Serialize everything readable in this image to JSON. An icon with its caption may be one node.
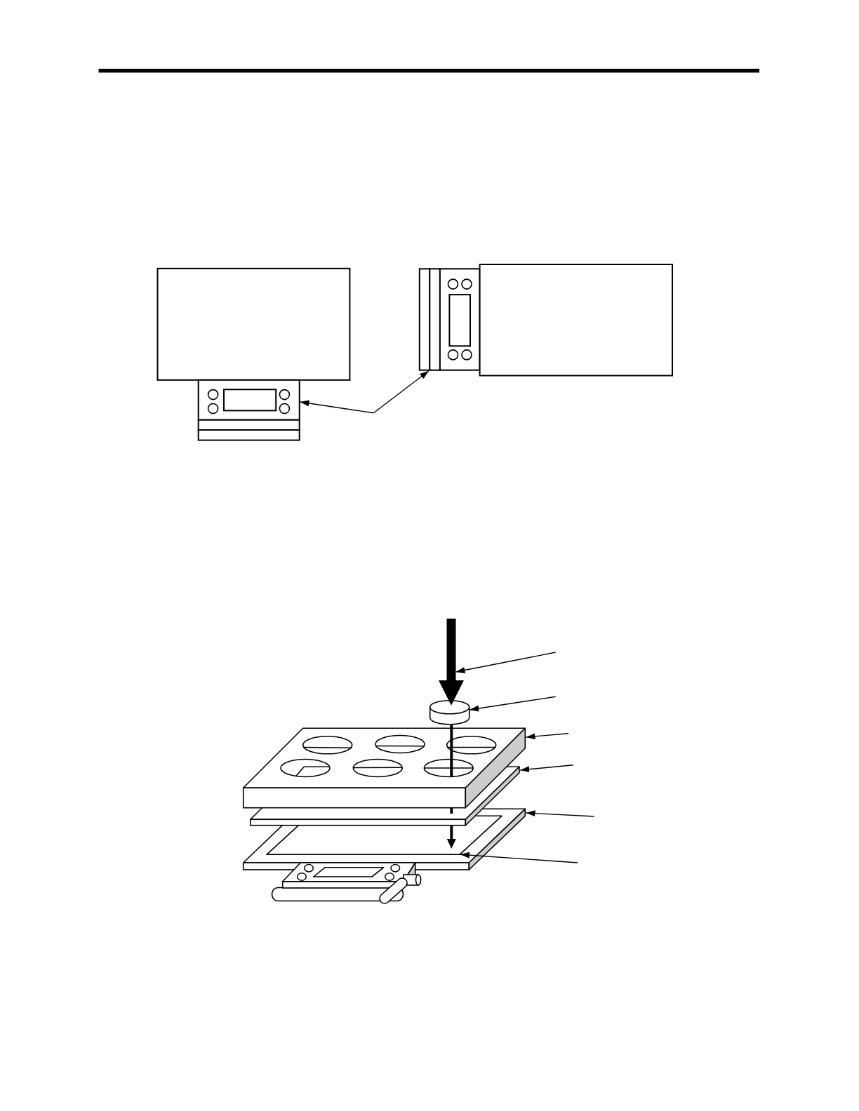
{
  "diagram": {
    "nodes": [
      {
        "text": [],
        "shape": "box"
      },
      {
        "text": [],
        "shape": "picture"
      },
      {
        "text": [],
        "shape": "picture"
      },
      {
        "text": [],
        "shape": "box"
      },
      {
        "text": [],
        "shape": "arrow"
      },
      {
        "text": [],
        "shape": "cylinder"
      },
      {
        "text": [],
        "shape": "picture"
      },
      {
        "text": [],
        "shape": "box"
      },
      {
        "text": [],
        "shape": "box"
      },
      {
        "text": [],
        "shape": "box",
        "in": 8
      }
    ],
    "edges": [
      {
        "from": null,
        "to": 1,
        "arrow": "to"
      },
      {
        "from": null,
        "to": 2,
        "arrow": "to"
      },
      {
        "from": null,
        "to": 4,
        "arrow": "to"
      },
      {
        "from": null,
        "to": 5,
        "arrow": "to"
      },
      {
        "from": null,
        "to": 6,
        "arrow": "to"
      },
      {
        "from": null,
        "to": 7,
        "arrow": "to"
      },
      {
        "from": null,
        "to": 8,
        "arrow": "to"
      },
      {
        "from": null,
        "to": 9,
        "arrow": "to"
      }
    ]
  }
}
